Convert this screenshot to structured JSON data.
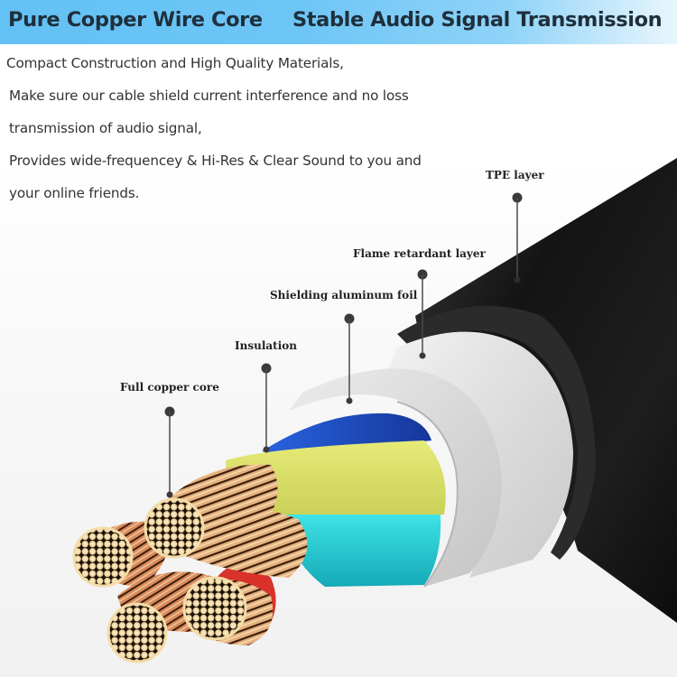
{
  "header": {
    "title_left": "Pure Copper Wire Core",
    "title_right": "Stable Audio Signal Transmission",
    "gradient_colors": [
      "#63c1f5",
      "#8fd3f8",
      "#e9f6fd"
    ],
    "text_color": "#1f2f3c"
  },
  "description": {
    "lines": [
      "Compact Construction and High Quality Materials,",
      "Make sure our cable shield current interference and no loss",
      "transmission of audio signal,",
      "Provides wide-frequencey & Hi-Res & Clear Sound to you and",
      "your online friends."
    ]
  },
  "diagram": {
    "subject": "Cable cross-section with layered construction",
    "callouts": [
      {
        "id": "tpe",
        "label": "TPE layer"
      },
      {
        "id": "flame",
        "label": "Flame retardant layer"
      },
      {
        "id": "foil",
        "label": "Shielding aluminum foil"
      },
      {
        "id": "insulation",
        "label": "Insulation"
      },
      {
        "id": "copper",
        "label": "Full copper core"
      }
    ],
    "wire_colors": {
      "outer_jacket": "#1a1a1a",
      "flame_layer": "#e8e8e8",
      "foil": "#d6d6d6",
      "blue_insulation": "#1f4fc4",
      "yellow_insulation": "#dde36a",
      "cyan_insulation": "#2fd6dc",
      "red_insulation": "#d8322a",
      "copper": "#e8b37c"
    }
  }
}
